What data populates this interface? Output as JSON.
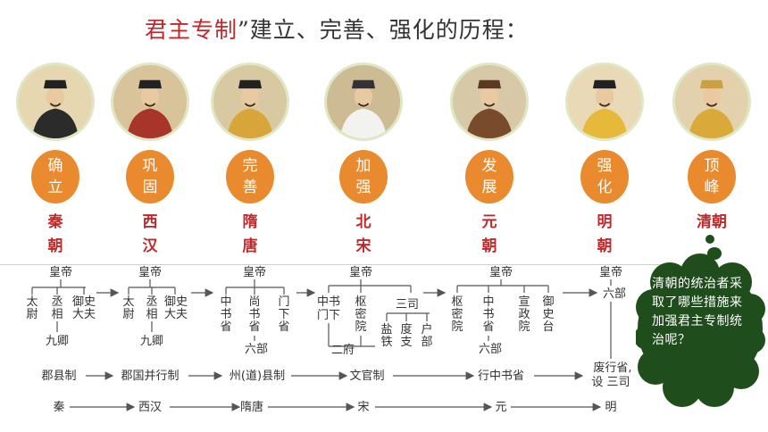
{
  "title": {
    "part1": "君主专制",
    "part2": "”建立、完善、强化的历程："
  },
  "portraits": [
    {
      "name": "emperor-qin-portrait"
    },
    {
      "name": "emperor-han-portrait"
    },
    {
      "name": "emperor-tang-portrait"
    },
    {
      "name": "emperor-song-portrait"
    },
    {
      "name": "emperor-yuan-portrait"
    },
    {
      "name": "emperor-ming-portrait"
    },
    {
      "name": "emperor-qing-portrait"
    }
  ],
  "badges": [
    [
      "确",
      "立"
    ],
    [
      "巩",
      "固"
    ],
    [
      "完",
      "善"
    ],
    [
      "加",
      "强"
    ],
    [
      "发",
      "展"
    ],
    [
      "强",
      "化"
    ],
    [
      "顶",
      "峰"
    ]
  ],
  "dynasties": [
    [
      "秦",
      "朝"
    ],
    [
      "西",
      "汉"
    ],
    [
      "隋",
      "唐"
    ],
    [
      "北",
      "宋"
    ],
    [
      "元",
      "朝"
    ],
    [
      "明",
      "朝"
    ],
    [
      "清朝"
    ]
  ],
  "diagram": {
    "emperor": "皇帝",
    "qin": {
      "officials": [
        [
          "太",
          "尉"
        ],
        [
          "丞",
          "相"
        ],
        [
          "御史",
          "大夫"
        ]
      ],
      "jiuqing": "九卿",
      "local": "郡县制",
      "era": "秦"
    },
    "han": {
      "officials": [
        [
          "太",
          "尉"
        ],
        [
          "丞",
          "相"
        ],
        [
          "御史",
          "大夫"
        ]
      ],
      "jiuqing": "九卿",
      "local": "郡国并行制",
      "era": "西汉"
    },
    "suitang": {
      "officials": [
        [
          "中",
          "书",
          "省"
        ],
        [
          "尚",
          "书",
          "省"
        ],
        [
          "门",
          "下",
          "省"
        ]
      ],
      "sub": "六部",
      "local": "州(道)县制",
      "era": "隋唐"
    },
    "song": {
      "zhongshu": [
        "中书",
        "门下"
      ],
      "shumi": [
        "枢",
        "密",
        "院"
      ],
      "sansi": "三司",
      "sansi_sub": [
        [
          "盐",
          "铁"
        ],
        [
          "度",
          "支"
        ],
        [
          "户",
          "部"
        ]
      ],
      "erfu": "二府",
      "local": "文官制",
      "era": "宋"
    },
    "yuan": {
      "officials": [
        [
          "枢",
          "密",
          "院"
        ],
        [
          "中",
          "书",
          "省"
        ],
        [
          "宣",
          "政",
          "院"
        ],
        [
          "御",
          "史",
          "台"
        ]
      ],
      "sub": "六部",
      "local": "行中书省",
      "era": "元"
    },
    "ming": {
      "sub": "六部",
      "local": [
        "废行省,",
        "设 三司"
      ],
      "era": "明"
    }
  },
  "callout": {
    "text": "清朝的统治者采取了哪些措施来加强君主专制统治呢？",
    "color": "#1f4d1c"
  }
}
